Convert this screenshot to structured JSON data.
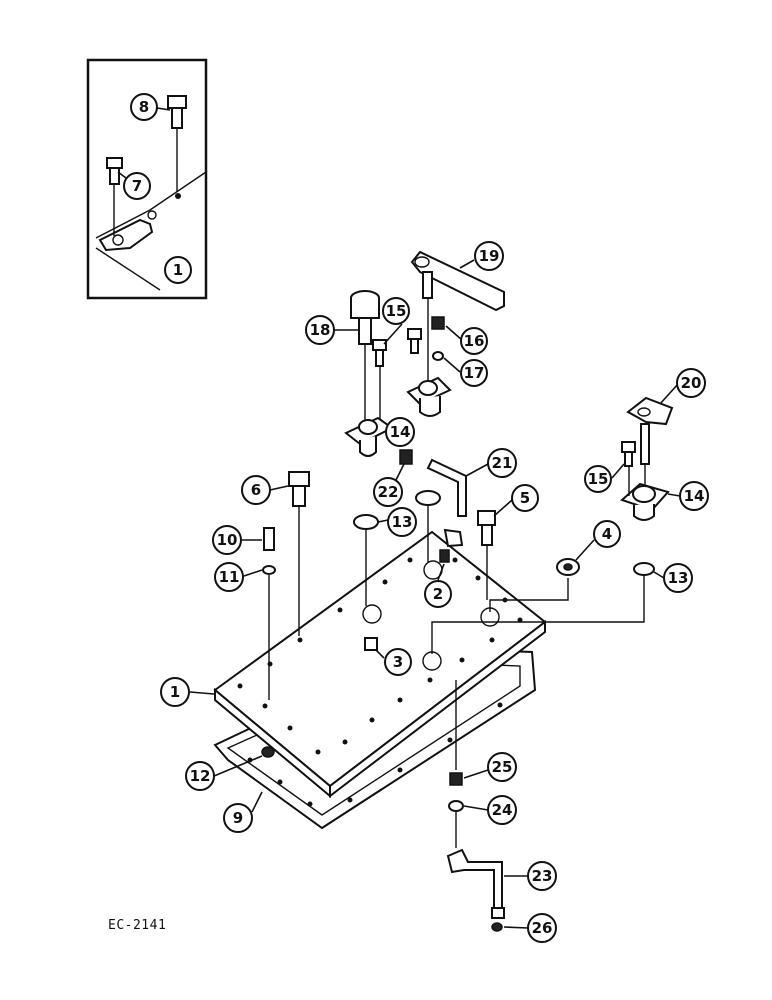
{
  "figure_code": "EC-2141",
  "callouts": [
    "1",
    "2",
    "3",
    "4",
    "5",
    "6",
    "7",
    "8",
    "9",
    "10",
    "11",
    "12",
    "13",
    "14",
    "15",
    "16",
    "17",
    "18",
    "19",
    "20",
    "21",
    "22",
    "23",
    "24",
    "25",
    "26"
  ]
}
